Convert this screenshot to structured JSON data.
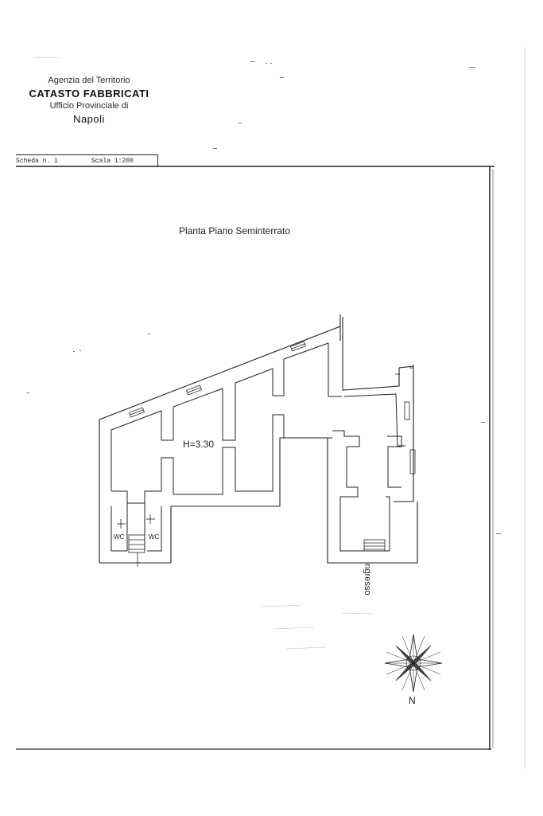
{
  "header": {
    "agency": "Agenzia del Territorio",
    "catasto": "CATASTO FABBRICATI",
    "ufficio": "Ufficio Provinciale di",
    "city": "Napoli"
  },
  "scheda": {
    "label": "Scheda n. 1",
    "scale": "Scala 1:200"
  },
  "plan": {
    "title": "Planta Piano Seminterrato",
    "height": "H=3.30",
    "wc_left": "WC",
    "wc_right": "WC",
    "entrance": "ingresso",
    "north": "N"
  },
  "colors": {
    "line": "#222222",
    "faint": "#bbbbbb"
  }
}
